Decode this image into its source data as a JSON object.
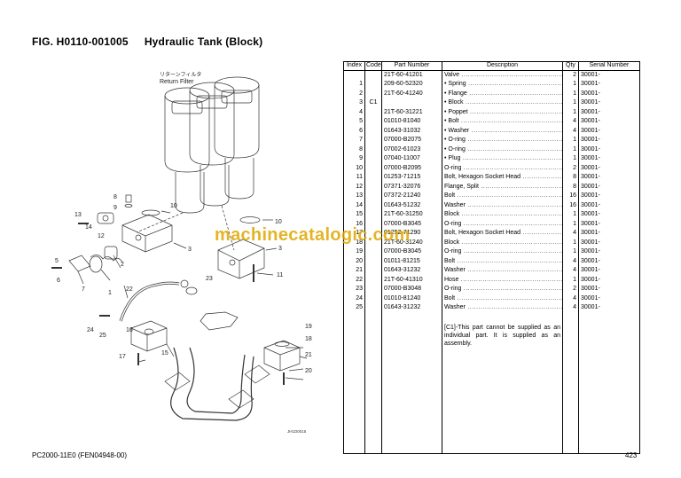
{
  "title": {
    "fig": "FIG. H0110-001005",
    "name": "Hydraulic Tank (Block)"
  },
  "diagram": {
    "label_jp": "リターンフィルタ",
    "label_en": "Return Filter",
    "code": "JH1D0015",
    "callouts": [
      {
        "n": "1"
      },
      {
        "n": "2"
      },
      {
        "n": "3"
      },
      {
        "n": "3"
      },
      {
        "n": "5"
      },
      {
        "n": "6"
      },
      {
        "n": "7"
      },
      {
        "n": "8"
      },
      {
        "n": "9"
      },
      {
        "n": "10"
      },
      {
        "n": "10"
      },
      {
        "n": "11"
      },
      {
        "n": "12"
      },
      {
        "n": "13"
      },
      {
        "n": "14"
      },
      {
        "n": "15"
      },
      {
        "n": "16"
      },
      {
        "n": "17"
      },
      {
        "n": "18"
      },
      {
        "n": "19"
      },
      {
        "n": "20"
      },
      {
        "n": "21"
      },
      {
        "n": "22"
      },
      {
        "n": "23"
      },
      {
        "n": "24"
      },
      {
        "n": "25"
      }
    ]
  },
  "table": {
    "headers": {
      "index": "Index",
      "code": "Code",
      "part": "Part Number",
      "desc": "Description",
      "qty": "Qty",
      "serial": "Serial Number"
    },
    "rows": [
      {
        "index": "",
        "code": "",
        "part": "21T-60-41201",
        "desc": "Valve",
        "qty": "2",
        "serial": "30001-"
      },
      {
        "index": "1",
        "code": "",
        "part": "209-60-52320",
        "desc": "• Spring",
        "qty": "1",
        "serial": "30001-"
      },
      {
        "index": "2",
        "code": "",
        "part": "21T-60-41240",
        "desc": "• Flange",
        "qty": "1",
        "serial": "30001-"
      },
      {
        "index": "3",
        "code": "C1",
        "part": "",
        "desc": "• Block",
        "qty": "1",
        "serial": "30001-"
      },
      {
        "index": "4",
        "code": "",
        "part": "21T-60-31221",
        "desc": "• Poppet",
        "qty": "1",
        "serial": "30001-"
      },
      {
        "index": "5",
        "code": "",
        "part": "01010-81040",
        "desc": "• Bolt",
        "qty": "4",
        "serial": "30001-"
      },
      {
        "index": "6",
        "code": "",
        "part": "01643-31032",
        "desc": "• Washer",
        "qty": "4",
        "serial": "30001-"
      },
      {
        "index": "7",
        "code": "",
        "part": "07000-B2075",
        "desc": "• O-ring",
        "qty": "1",
        "serial": "30001-"
      },
      {
        "index": "8",
        "code": "",
        "part": "07002-61023",
        "desc": "• O-ring",
        "qty": "1",
        "serial": "30001-"
      },
      {
        "index": "9",
        "code": "",
        "part": "07040-11007",
        "desc": "• Plug",
        "qty": "1",
        "serial": "30001-"
      },
      {
        "index": "10",
        "code": "",
        "part": "07000-B2095",
        "desc": "O-ring",
        "qty": "2",
        "serial": "30001-"
      },
      {
        "index": "11",
        "code": "",
        "part": "01253-71215",
        "desc": "Bolt, Hexagon Socket Head",
        "qty": "8",
        "serial": "30001-"
      },
      {
        "index": "12",
        "code": "",
        "part": "07371-32076",
        "desc": "Flange, Split",
        "qty": "8",
        "serial": "30001-"
      },
      {
        "index": "13",
        "code": "",
        "part": "07372-21240",
        "desc": "Bolt",
        "qty": "16",
        "serial": "30001-"
      },
      {
        "index": "14",
        "code": "",
        "part": "01643-51232",
        "desc": "Washer",
        "qty": "16",
        "serial": "30001-"
      },
      {
        "index": "15",
        "code": "",
        "part": "21T-60-31250",
        "desc": "Block",
        "qty": "1",
        "serial": "30001-"
      },
      {
        "index": "16",
        "code": "",
        "part": "07000-B3045",
        "desc": "O-ring",
        "qty": "1",
        "serial": "30001-"
      },
      {
        "index": "17",
        "code": "",
        "part": "01252-71290",
        "desc": "Bolt, Hexagon Socket Head",
        "qty": "4",
        "serial": "30001-"
      },
      {
        "index": "18",
        "code": "",
        "part": "21T-60-31240",
        "desc": "Block",
        "qty": "1",
        "serial": "30001-"
      },
      {
        "index": "19",
        "code": "",
        "part": "07000-B3045",
        "desc": "O-ring",
        "qty": "1",
        "serial": "30001-"
      },
      {
        "index": "20",
        "code": "",
        "part": "01011-81215",
        "desc": "Bolt",
        "qty": "4",
        "serial": "30001-"
      },
      {
        "index": "21",
        "code": "",
        "part": "01643-31232",
        "desc": "Washer",
        "qty": "4",
        "serial": "30001-"
      },
      {
        "index": "22",
        "code": "",
        "part": "21T-60-41310",
        "desc": "Hose",
        "qty": "1",
        "serial": "30001-"
      },
      {
        "index": "23",
        "code": "",
        "part": "07000-B3048",
        "desc": "O-ring",
        "qty": "2",
        "serial": "30001-"
      },
      {
        "index": "24",
        "code": "",
        "part": "01010-81240",
        "desc": "Bolt",
        "qty": "4",
        "serial": "30001-"
      },
      {
        "index": "25",
        "code": "",
        "part": "01643-31232",
        "desc": "Washer",
        "qty": "4",
        "serial": "30001-"
      }
    ],
    "note": "[C1]-This part cannot be supplied as an individual part. It is supplied as an assembly."
  },
  "watermark": "machinecatalogic.com",
  "footer": {
    "left": "PC2000-11E0 (FEN04948-00)",
    "page": "423"
  }
}
